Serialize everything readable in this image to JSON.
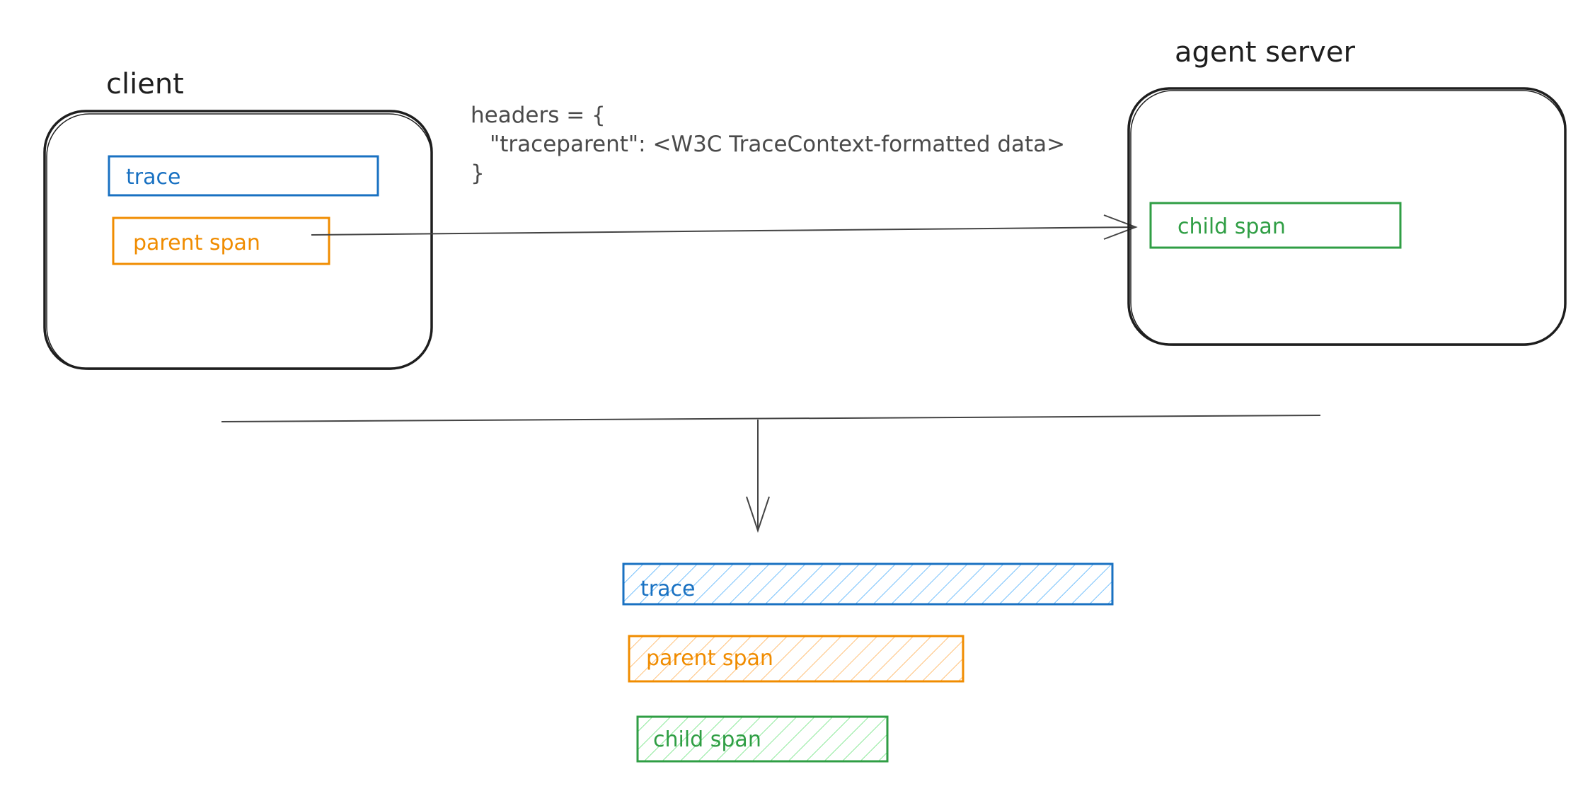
{
  "nodes": {
    "client": {
      "title": "client"
    },
    "server": {
      "title": "agent server"
    }
  },
  "code": {
    "line1": "headers = {",
    "line2": "\"traceparent\": <W3C TraceContext-formatted data>",
    "line3": "}"
  },
  "client_boxes": {
    "trace": "trace",
    "parent": "parent span"
  },
  "server_boxes": {
    "child": "child span"
  },
  "timeline": {
    "trace": "trace",
    "parent": "parent span",
    "child": "child span"
  },
  "colors": {
    "stroke": "#1e1e1e",
    "text_gray": "#4a4a4a",
    "trace": "#1971c2",
    "trace_fill": "#a5d8ff",
    "parent": "#f08c00",
    "parent_fill": "#ffd8a8",
    "child": "#2f9e44",
    "child_fill": "#b2f2bb"
  }
}
